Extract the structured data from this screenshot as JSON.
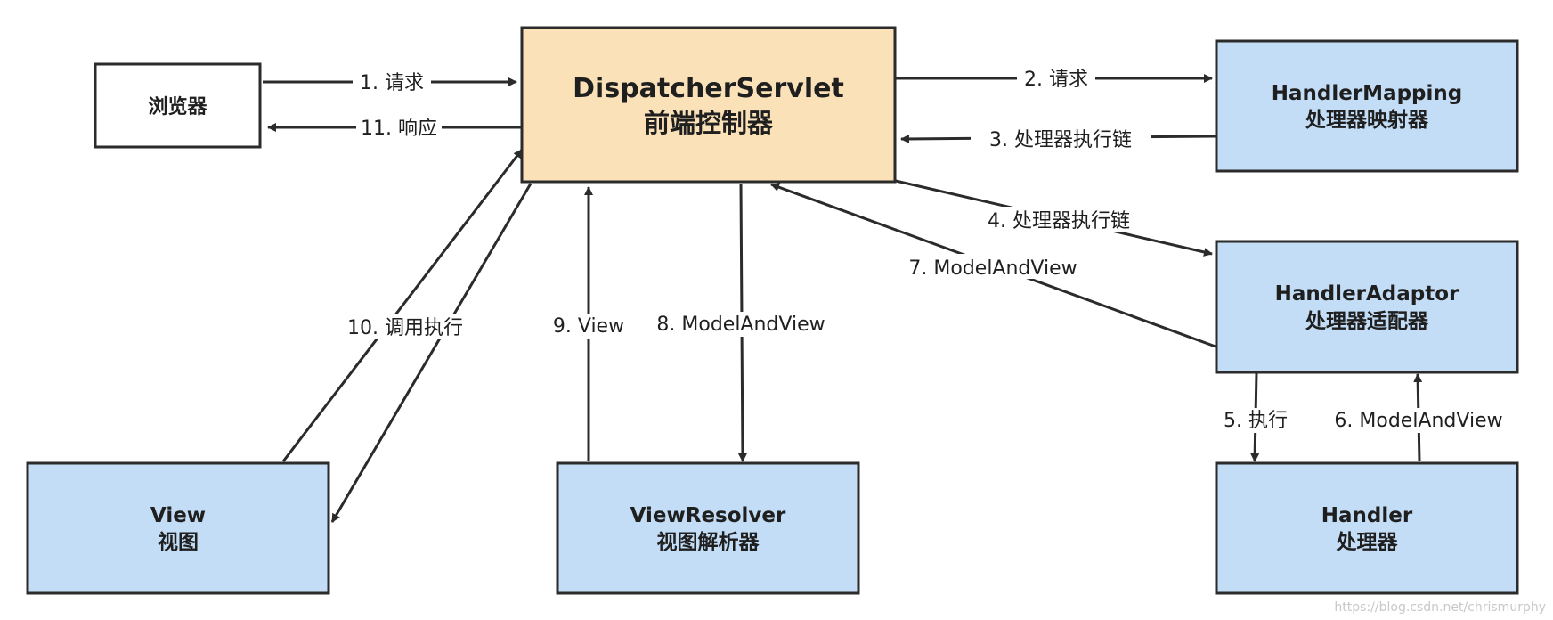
{
  "colors": {
    "box_blue": "#c3ddf6",
    "box_orange": "#fae1b8",
    "box_white": "#ffffff",
    "stroke": "#2b2b2b",
    "text": "#1f1f1f",
    "watermark": "#c8c8c8"
  },
  "nodes": {
    "browser": {
      "line1": "浏览器"
    },
    "dispatcher": {
      "line1": "DispatcherServlet",
      "line2": "前端控制器"
    },
    "handler_mapping": {
      "line1": "HandlerMapping",
      "line2": "处理器映射器"
    },
    "handler_adaptor": {
      "line1": "HandlerAdaptor",
      "line2": "处理器适配器"
    },
    "handler": {
      "line1": "Handler",
      "line2": "处理器"
    },
    "view_resolver": {
      "line1": "ViewResolver",
      "line2": "视图解析器"
    },
    "view": {
      "line1": "View",
      "line2": "视图"
    }
  },
  "edges": {
    "e1": "1. 请求",
    "e2": "2. 请求",
    "e3": "3. 处理器执行链",
    "e4": "4. 处理器执行链",
    "e5": "5. 执行",
    "e6": "6. ModelAndView",
    "e7": "7. ModelAndView",
    "e8": "8. ModelAndView",
    "e9": "9. View",
    "e10": "10. 调用执行",
    "e11": "11. 响应"
  },
  "watermark": "https://blog.csdn.net/chrismurphy"
}
